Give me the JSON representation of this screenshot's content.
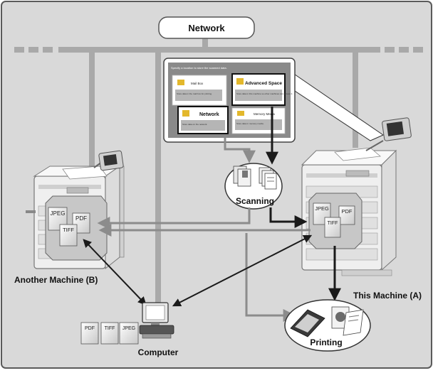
{
  "network": {
    "label": "Network"
  },
  "panel": {
    "header": "Specify a location to store the scanned data.",
    "buttons": [
      {
        "label": "Mail Box",
        "desc": "Store data in the mail box for printing."
      },
      {
        "label": "Advanced Space",
        "desc": "Store data in this machine so other machines can access it."
      },
      {
        "label": "Network",
        "desc": "Store data on the network."
      },
      {
        "label": "Memory Media",
        "desc": "Store data in memory media."
      }
    ]
  },
  "scanning": {
    "label": "Scanning"
  },
  "printing": {
    "label": "Printing"
  },
  "machines": {
    "another": {
      "label": "Another Machine (B)"
    },
    "this": {
      "label": "This Machine (A)"
    }
  },
  "computer": {
    "label": "Computer"
  },
  "formats": {
    "jpeg": "JPEG",
    "pdf": "PDF",
    "tiff": "TIFF"
  },
  "colors": {
    "frame": "#5a5a5a",
    "background": "#d9d9d9",
    "network_bar": "#a9a9a9",
    "arrow_dark": "#1a1a1a",
    "arrow_light": "#8c8c8c"
  }
}
